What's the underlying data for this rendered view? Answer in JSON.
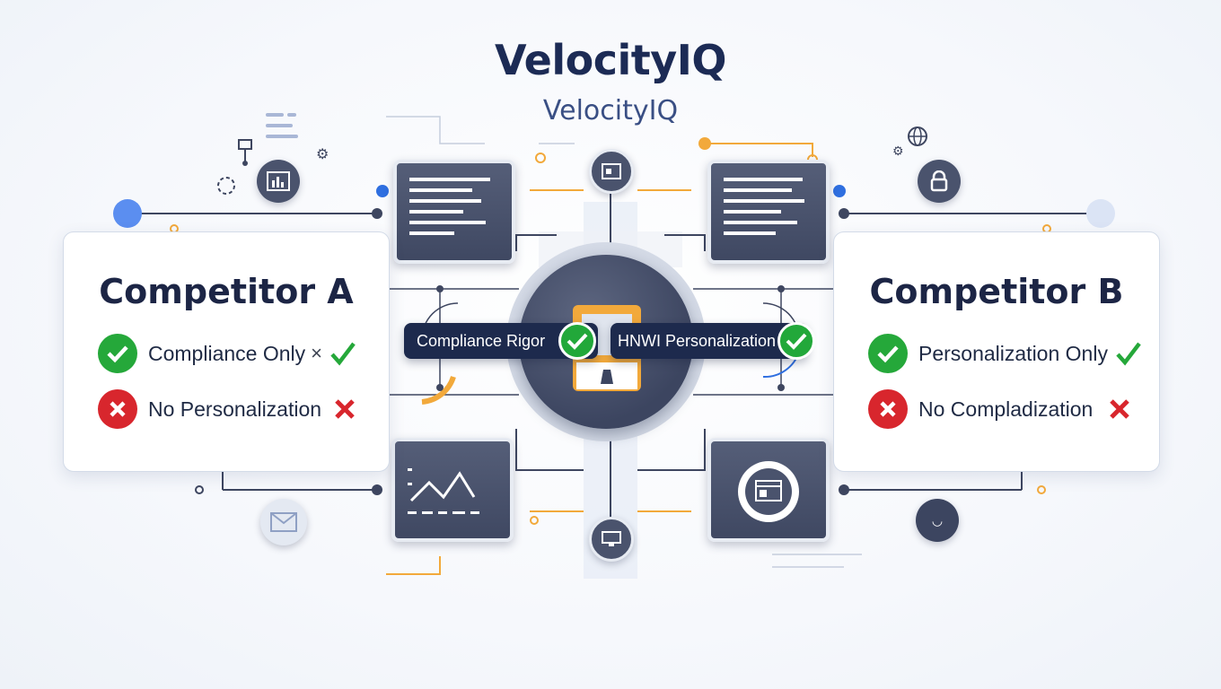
{
  "header": {
    "title": "VelocityIQ",
    "subtitle": "VelocityIQ"
  },
  "competitor_a": {
    "title": "Competitor A",
    "features": [
      {
        "label": "Compliance Only",
        "status": "check",
        "suffix": "×"
      },
      {
        "label": "No Personalization",
        "status": "cross"
      }
    ]
  },
  "competitor_b": {
    "title": "Competitor B",
    "features": [
      {
        "label": "Personalization Only",
        "status": "check"
      },
      {
        "label": "No Compladization",
        "status": "cross"
      }
    ]
  },
  "center": {
    "left_label": "Compliance Rigor",
    "right_label": "HNWI Personalization"
  },
  "icons": {
    "check": "check-circle-icon",
    "cross": "x-circle-icon",
    "panels": [
      "text-document-icon",
      "text-document-icon",
      "line-chart-icon",
      "window-target-icon"
    ],
    "hub": "secure-device-icon",
    "peripheral": [
      "bar-chart-icon",
      "lock-icon",
      "mail-icon",
      "globe-icon",
      "gear-icon",
      "stethoscope-icon",
      "smile-icon"
    ]
  },
  "colors": {
    "title": "#1c2b55",
    "check": "#25a83a",
    "cross": "#d8262d",
    "panel": "#4a536d",
    "pill": "#1d2a4d",
    "accent_orange": "#f2a93b",
    "accent_blue": "#2f6fe0"
  }
}
